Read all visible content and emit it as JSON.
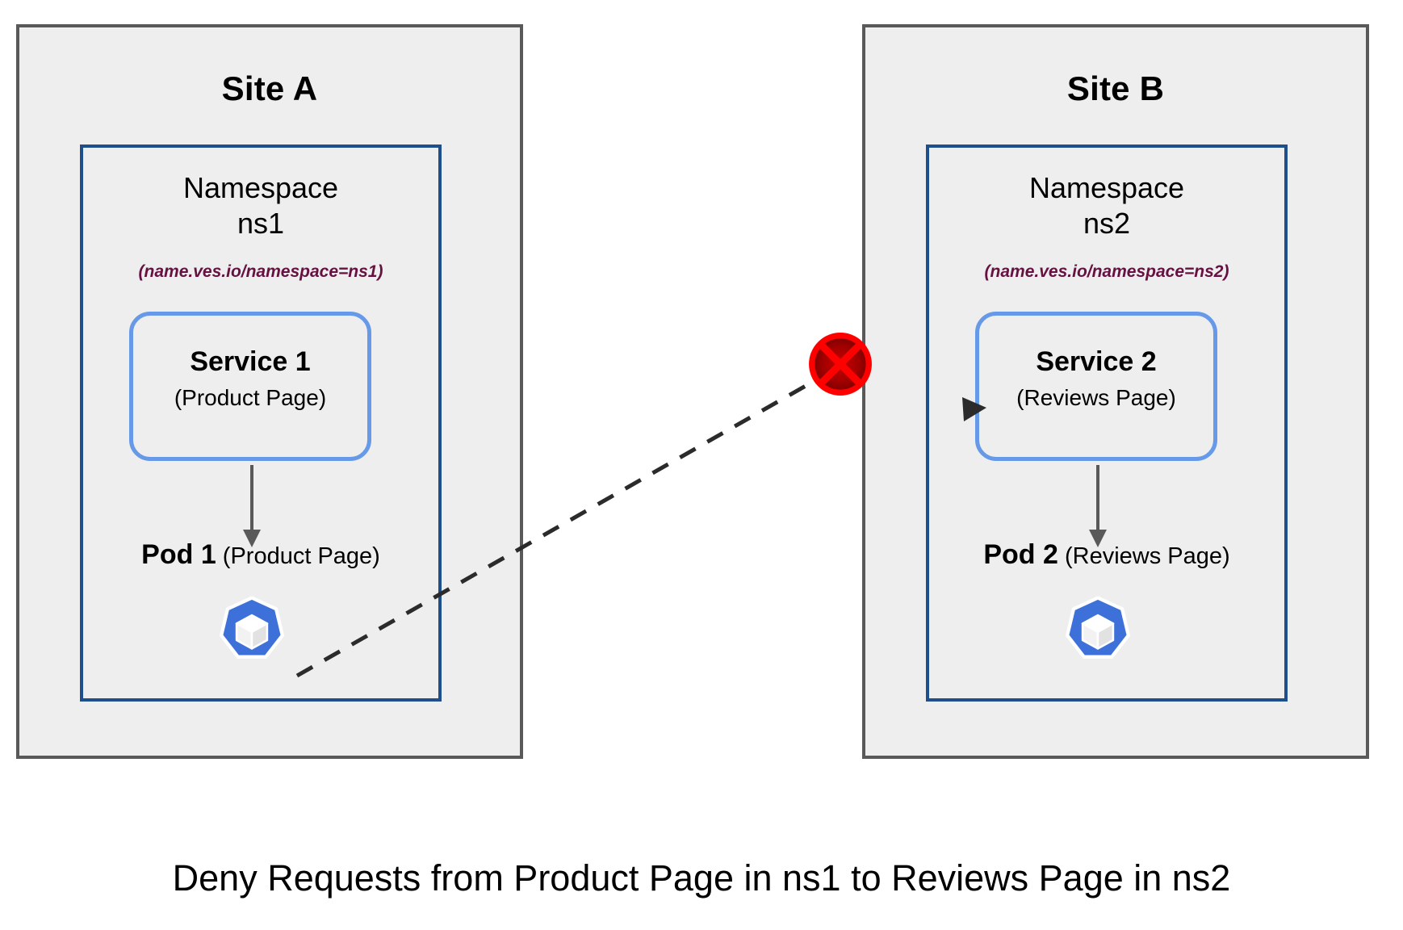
{
  "diagram": {
    "caption": "Deny Requests from Product Page in ns1 to Reviews Page in ns2",
    "colors": {
      "site_border": "#595959",
      "site_fill": "#eeeeee",
      "namespace_border": "#1F4E8C",
      "service_border": "#6699E8",
      "namespace_label": "#661141",
      "arrow": "#595959",
      "deny_marker": "#FF0000",
      "k8s_blue": "#3D71D9"
    },
    "sites": [
      {
        "id": "site-a",
        "title": "Site A",
        "namespace": {
          "title_line1": "Namespace",
          "title_line2": "ns1",
          "selector_label": "(name.ves.io/namespace=ns1)"
        },
        "service": {
          "name": "Service 1",
          "subtitle": "(Product Page)"
        },
        "pod": {
          "name": "Pod 1",
          "subtitle": "(Product Page)",
          "icon": "kubernetes-icon"
        }
      },
      {
        "id": "site-b",
        "title": "Site B",
        "namespace": {
          "title_line1": "Namespace",
          "title_line2": "ns2",
          "selector_label": "(name.ves.io/namespace=ns2)"
        },
        "service": {
          "name": "Service 2",
          "subtitle": "(Reviews Page)"
        },
        "pod": {
          "name": "Pod 2",
          "subtitle": "(Reviews Page)",
          "icon": "kubernetes-icon"
        }
      }
    ],
    "connector": {
      "style": "dashed",
      "from": "site-a-pod-1",
      "to": "site-b-service-2",
      "blocked": true,
      "marker_icon": "deny-circle-x-icon"
    }
  }
}
